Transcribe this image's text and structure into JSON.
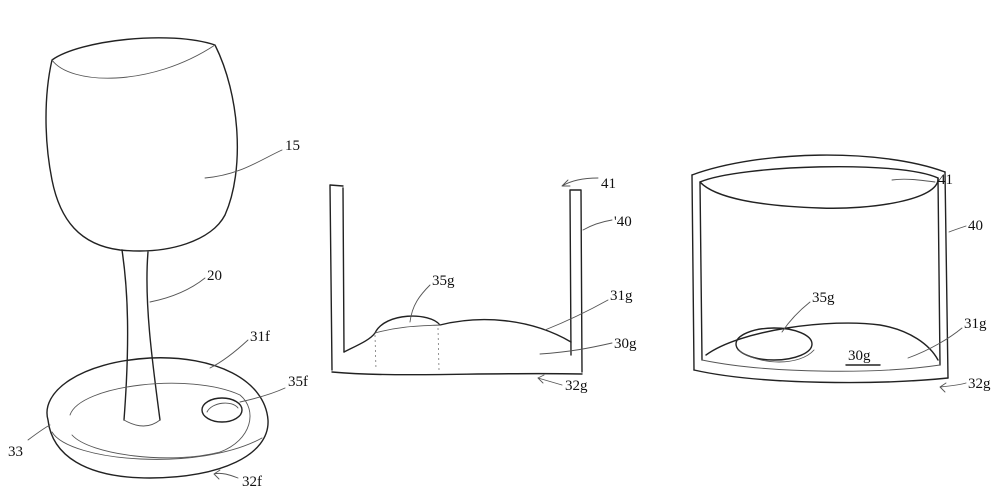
{
  "figure": {
    "background": "#ffffff",
    "ink": "#222222",
    "labels": {
      "l15": "15",
      "l20": "20",
      "l31f": "31f",
      "l35f": "35f",
      "l33": "33",
      "l32f": "32f",
      "l41a": "41",
      "l40a": "'40",
      "l35ga": "35g",
      "l31ga": "31g",
      "l30ga": "30g",
      "l32ga": "32g",
      "l41b": "41",
      "l40b": "40",
      "l35gb": "35g",
      "l31gb": "31g",
      "l30gb": "30g",
      "l32gb": "32g"
    }
  }
}
